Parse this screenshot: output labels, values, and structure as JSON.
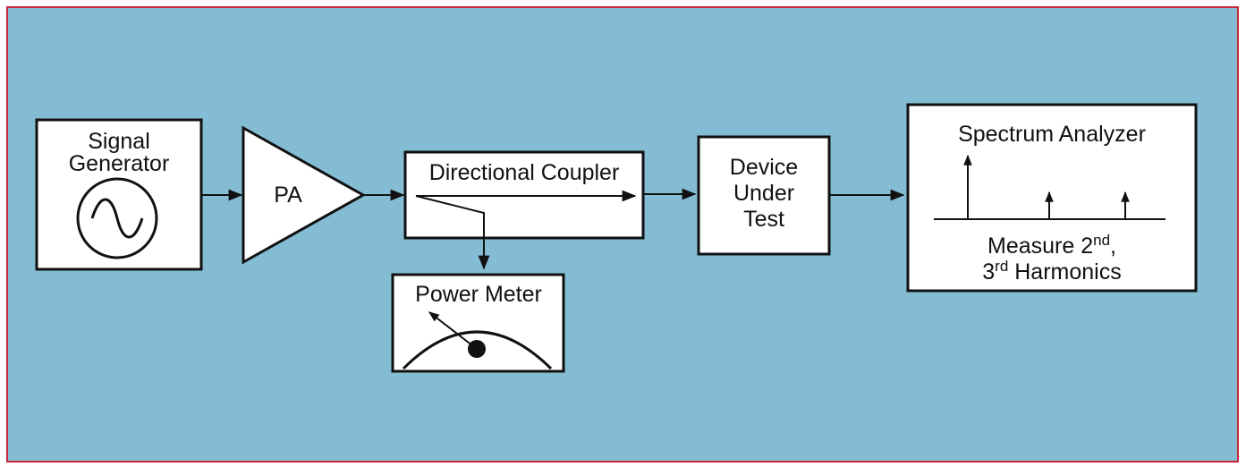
{
  "colors": {
    "background": "#84bdd3",
    "border": "#c8283c",
    "box_fill": "#ffffff",
    "stroke": "#111111"
  },
  "blocks": {
    "signal_generator": {
      "line1": "Signal",
      "line2": "Generator",
      "icon": "sine-wave-icon"
    },
    "amplifier": {
      "label": "PA"
    },
    "coupler": {
      "label": "Directional Coupler"
    },
    "power_meter": {
      "label": "Power Meter",
      "icon": "meter-gauge-icon"
    },
    "dut": {
      "line1": "Device",
      "line2": "Under",
      "line3": "Test"
    },
    "spectrum_analyzer": {
      "title": "Spectrum Analyzer",
      "measure_line1": "Measure 2",
      "measure_sup1": "nd",
      "measure_line1_suffix": ",",
      "measure_line2_prefix": "3",
      "measure_sup2": "rd",
      "measure_line2": " Harmonics",
      "icon": "spectrum-lines-icon"
    }
  }
}
